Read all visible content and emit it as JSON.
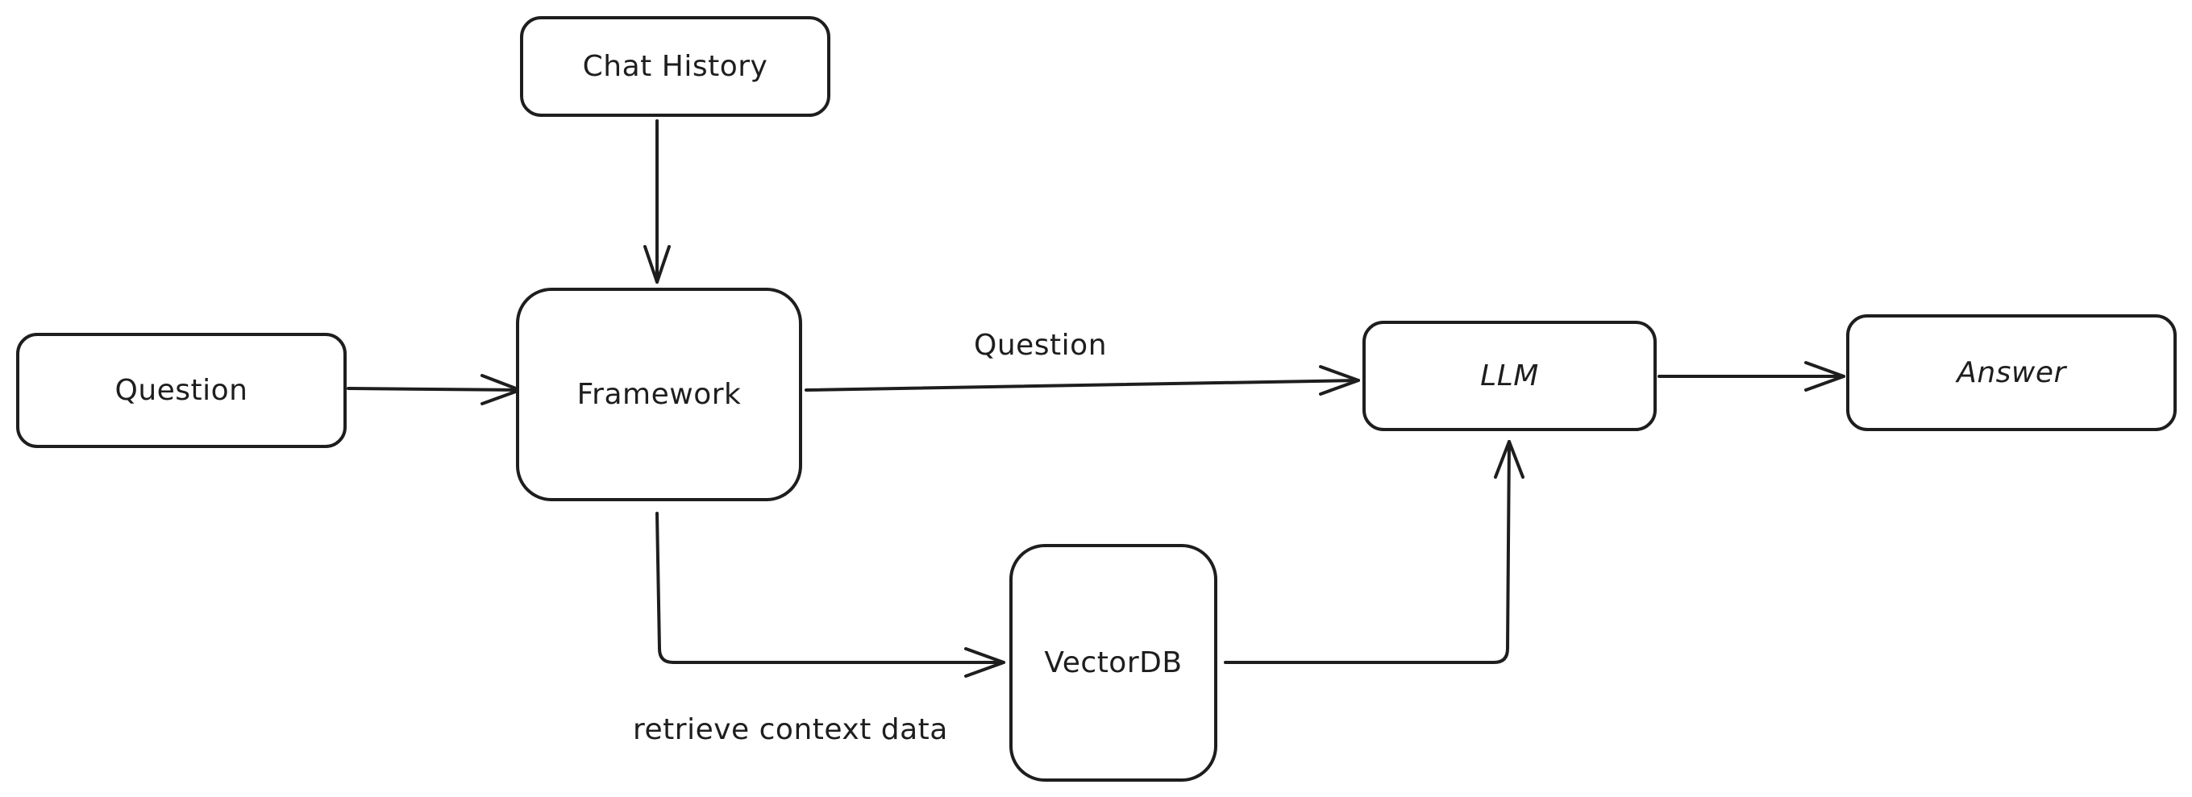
{
  "diagram": {
    "nodes": {
      "chat_history": "Chat History",
      "question": "Question",
      "framework": "Framework",
      "llm": "LLM",
      "answer": "Answer",
      "vectordb": "VectorDB"
    },
    "edge_labels": {
      "framework_to_llm": "Question",
      "framework_to_vectordb": "retrieve context data"
    },
    "edges": [
      {
        "from": "chat_history",
        "to": "framework"
      },
      {
        "from": "question",
        "to": "framework"
      },
      {
        "from": "framework",
        "to": "llm",
        "label": "Question"
      },
      {
        "from": "framework",
        "to": "vectordb",
        "label": "retrieve context data"
      },
      {
        "from": "vectordb",
        "to": "llm"
      },
      {
        "from": "llm",
        "to": "answer"
      }
    ]
  }
}
